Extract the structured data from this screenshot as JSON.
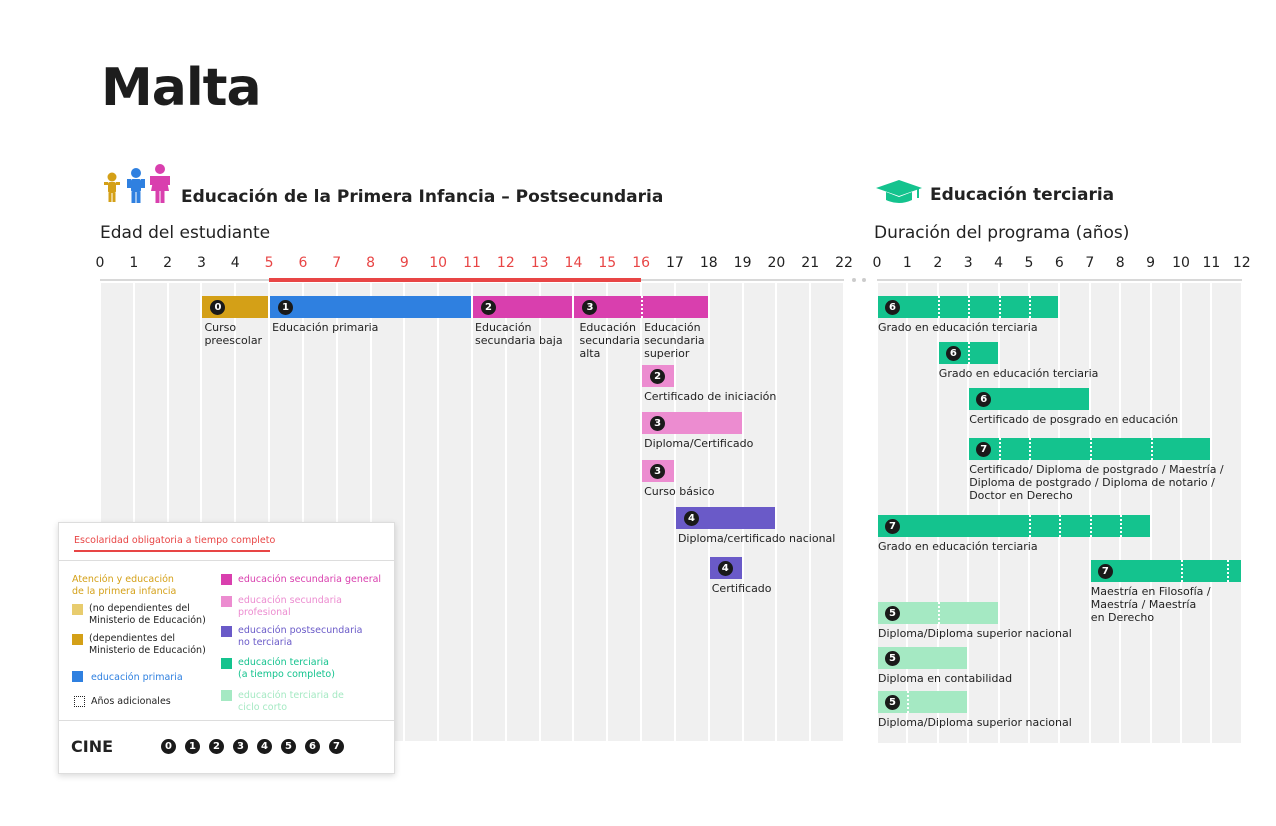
{
  "page": {
    "title": "Malta"
  },
  "left": {
    "heading": "Educación de la Primera Infancia – Postsecundaria",
    "axis_title": "Edad del estudiante",
    "ticks": [
      "0",
      "1",
      "2",
      "3",
      "4",
      "5",
      "6",
      "7",
      "8",
      "9",
      "10",
      "11",
      "12",
      "13",
      "14",
      "15",
      "16",
      "17",
      "18",
      "19",
      "20",
      "21",
      "22"
    ],
    "compulsory_range": [
      5,
      16
    ],
    "bars": [
      {
        "start": 3,
        "end": 5,
        "color": "#d4a017",
        "cine": "0",
        "label": "Curso\npreescolar",
        "dots": []
      },
      {
        "start": 5,
        "end": 11,
        "color": "#2f80e0",
        "cine": "1",
        "label": "Educación primaria",
        "dots": []
      },
      {
        "start": 11,
        "end": 14,
        "color": "#d93fae",
        "cine": "2",
        "label": "Educación\nsecundaria baja",
        "dots": [
          14
        ]
      },
      {
        "start": 14,
        "end": 18,
        "color": "#d93fae",
        "cine": "3",
        "label": "",
        "dots": [
          16
        ]
      },
      {
        "start": 16,
        "end": 17,
        "color": "#ec8cd0",
        "cine": "2",
        "label": "Certificado de iniciación",
        "dots": []
      },
      {
        "start": 16,
        "end": 19,
        "color": "#ec8cd0",
        "cine": "3",
        "label": "Diploma/Certificado",
        "dots": []
      },
      {
        "start": 16,
        "end": 17,
        "color": "#ec8cd0",
        "cine": "3",
        "label": "Curso básico",
        "dots": []
      },
      {
        "start": 17,
        "end": 20,
        "color": "#6a5ac8",
        "cine": "4",
        "label": "Diploma/certificado nacional",
        "dots": []
      },
      {
        "start": 18,
        "end": 19,
        "color": "#6a5ac8",
        "cine": "4",
        "label": "Certificado",
        "dots": []
      }
    ],
    "extra_labels": [
      "Educación\nsecundaria\nalta",
      "Educación\nsecundaria\nsuperior"
    ]
  },
  "right": {
    "heading": "Educación terciaria",
    "axis_title": "Duración del programa (años)",
    "ticks": [
      "0",
      "1",
      "2",
      "3",
      "4",
      "5",
      "6",
      "7",
      "8",
      "9",
      "10",
      "11",
      "12"
    ],
    "bars": [
      {
        "start": 0,
        "end": 6,
        "color": "#14c38e",
        "cine": "6",
        "label": "Grado en educación terciaria",
        "dots": [
          2,
          3,
          4,
          5
        ]
      },
      {
        "start": 2,
        "end": 4,
        "color": "#14c38e",
        "cine": "6",
        "label": "Grado en educación terciaria",
        "dots": [
          3
        ]
      },
      {
        "start": 3,
        "end": 7,
        "color": "#14c38e",
        "cine": "6",
        "label": "Certificado de posgrado en educación",
        "dots": []
      },
      {
        "start": 3,
        "end": 11,
        "color": "#14c38e",
        "cine": "7",
        "label": "Certificado/ Diploma de postgrado / Maestría /\nDiploma de postgrado / Diploma de notario /\nDoctor en Derecho",
        "dots": [
          4,
          5,
          7,
          9
        ]
      },
      {
        "start": 0,
        "end": 9,
        "color": "#14c38e",
        "cine": "7",
        "label": "Grado en educación terciaria",
        "dots": [
          5,
          6,
          7,
          8
        ]
      },
      {
        "start": 7,
        "end": 12,
        "color": "#14c38e",
        "cine": "7",
        "label": "Maestría en Filosofía /\nMaestría / Maestría\nen Derecho",
        "dots": [
          10,
          11.5
        ]
      },
      {
        "start": 0,
        "end": 4,
        "color": "#a5e9c3",
        "cine": "5",
        "label": "Diploma/Diploma superior nacional",
        "dots": [
          2
        ]
      },
      {
        "start": 0,
        "end": 3,
        "color": "#a5e9c3",
        "cine": "5",
        "label": "Diploma en contabilidad",
        "dots": []
      },
      {
        "start": 0,
        "end": 3,
        "color": "#a5e9c3",
        "cine": "5",
        "label": "Diploma/Diploma superior nacional",
        "dots": [
          1
        ]
      }
    ]
  },
  "legend": {
    "compulsory": "Escolaridad obligatoria a tiempo completo",
    "ecec_title": "Atención y educación\nde la primera infancia",
    "ecec_a": "(no dependientes del\nMinisterio de Educación)",
    "ecec_b": "(dependientes del\nMinisterio de Educación)",
    "primary": "educación primaria",
    "extra_years": "Años adicionales",
    "sec_general": "educación secundaria general",
    "sec_prof": "educación secundaria\nprofesional",
    "postsec": "educación postsecundaria\nno terciaria",
    "tertiary_full": "educación terciaria\n(a tiempo completo)",
    "tertiary_short": "educación terciaria de\nciclo corto",
    "cine_label": "CINE",
    "cine_levels": [
      "0",
      "1",
      "2",
      "3",
      "4",
      "5",
      "6",
      "7"
    ],
    "colors": {
      "ecec_a": "#e8cc6e",
      "ecec_b": "#d4a017",
      "primary": "#2f80e0",
      "sec_general": "#d93fae",
      "sec_prof": "#ec8cd0",
      "postsec": "#6a5ac8",
      "tertiary_full": "#14c38e",
      "tertiary_short": "#a5e9c3",
      "red": "#e84545"
    }
  }
}
